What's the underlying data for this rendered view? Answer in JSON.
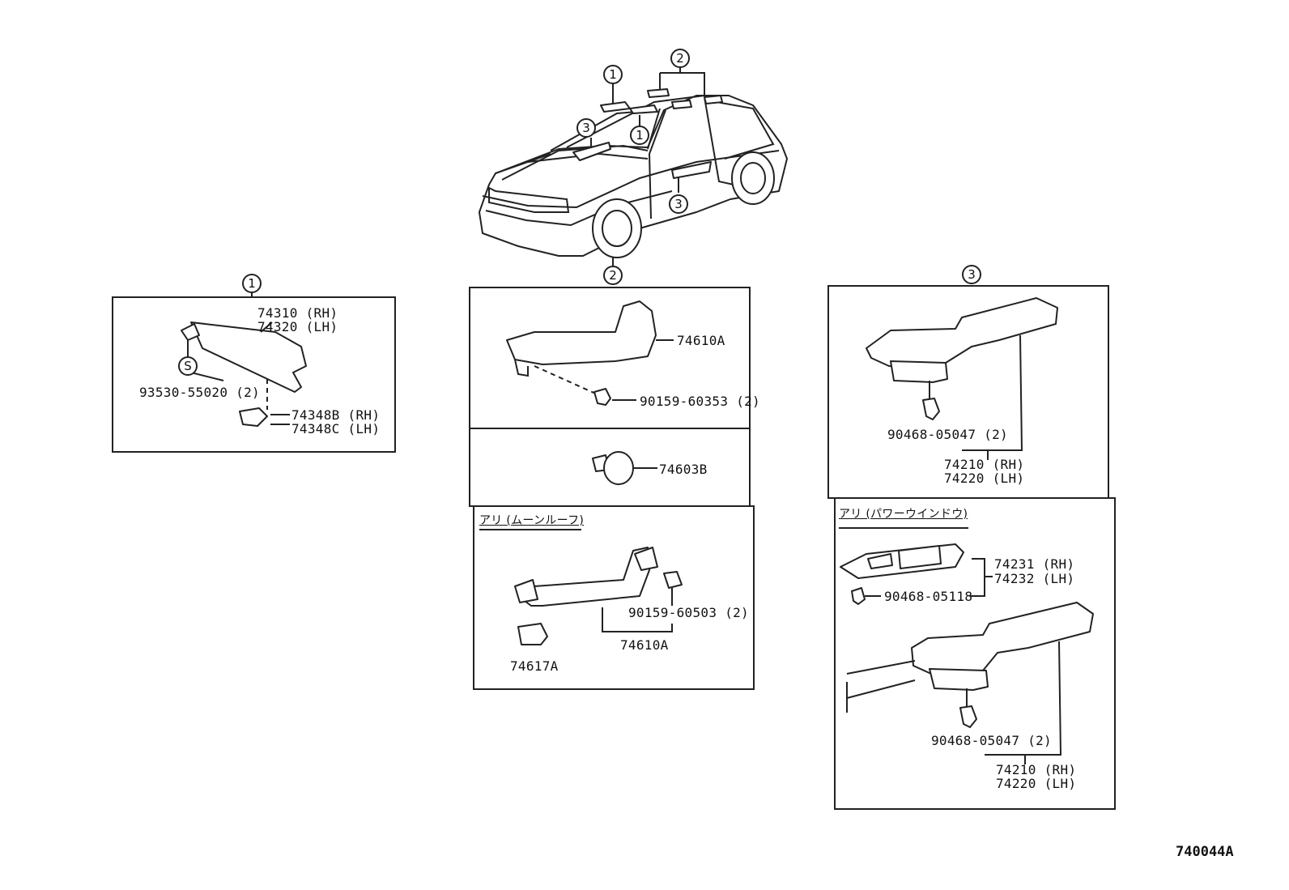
{
  "car_callouts": {
    "c1a": "1",
    "c1b": "1",
    "c2": "2",
    "c3a": "3",
    "c3b": "3"
  },
  "panel1": {
    "callout": "1",
    "part_visor_rh": "74310 (RH)",
    "part_visor_lh": "74320 (LH)",
    "s_symbol": "S",
    "part_screw": "93530-55020 (2)",
    "part_holder_rh": "74348B (RH)",
    "part_holder_lh": "74348C (LH)"
  },
  "panel2": {
    "callout": "2",
    "part_grip": "74610A",
    "part_grip_screw": "90159-60353 (2)",
    "part_plug": "74603B",
    "moonroof_heading": "アリ (ムーンルーフ)",
    "part_grip_screw2": "90159-60503 (2)",
    "part_grip2": "74610A",
    "part_cover": "74617A"
  },
  "panel3": {
    "callout": "3",
    "part_clip_top": "90468-05047 (2)",
    "part_armrest_rh_top": "74210 (RH)",
    "part_armrest_lh_top": "74220 (LH)",
    "powerwindow_heading": "アリ (パワーウインドウ)",
    "part_switch_rh": "74231 (RH)",
    "part_switch_lh": "74232 (LH)",
    "part_switch_clip": "90468-05118",
    "part_clip_bottom": "90468-05047 (2)",
    "part_armrest_rh_bottom": "74210 (RH)",
    "part_armrest_lh_bottom": "74220 (LH)"
  },
  "diagram_code": "740044A"
}
